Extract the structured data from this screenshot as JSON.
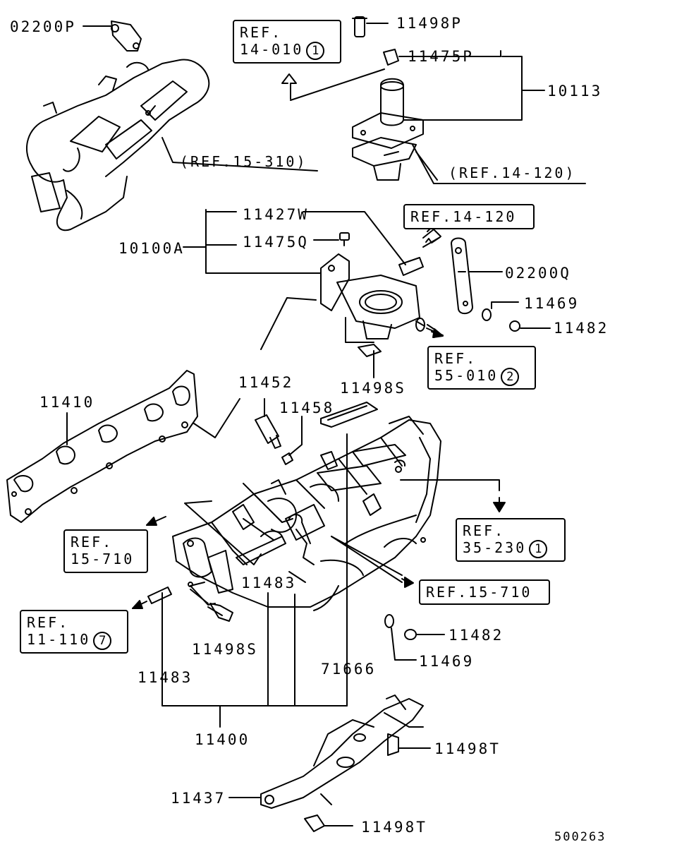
{
  "labels": {
    "p02200P": "02200P",
    "p11498P": "11498P",
    "p11475P": "11475P",
    "p10113": "10113",
    "p11427W": "11427W",
    "p11475Q": "11475Q",
    "p10100A": "10100A",
    "p02200Q": "02200Q",
    "p11469a": "11469",
    "p11482a": "11482",
    "p11452": "11452",
    "p11458": "11458",
    "p11410": "11410",
    "p11498Sa": "11498S",
    "p11483a": "11483",
    "p11498Sb": "11498S",
    "p11483b": "11483",
    "p11482b": "11482",
    "p11469b": "11469",
    "p71666": "71666",
    "p11400": "11400",
    "p11498Ta": "11498T",
    "p11437": "11437",
    "p11498Tb": "11498T"
  },
  "refs": {
    "r14010": {
      "line1": "REF.",
      "line2": "14-010",
      "circle": "1"
    },
    "r55010": {
      "line1": "REF.",
      "line2": "55-010",
      "circle": "2"
    },
    "r15710a": {
      "line1": "REF.",
      "line2": "15-710"
    },
    "r35230": {
      "line1": "REF.",
      "line2": "35-230",
      "circle": "1"
    },
    "r11110": {
      "line1": "REF.",
      "line2": "11-110",
      "circle": "7"
    },
    "r14120box": "REF.14-120",
    "r15710box": "REF.15-710"
  },
  "inline_refs": {
    "r15310": "(REF.15-310)",
    "r14120": "(REF.14-120)"
  },
  "doc_id": "500263"
}
